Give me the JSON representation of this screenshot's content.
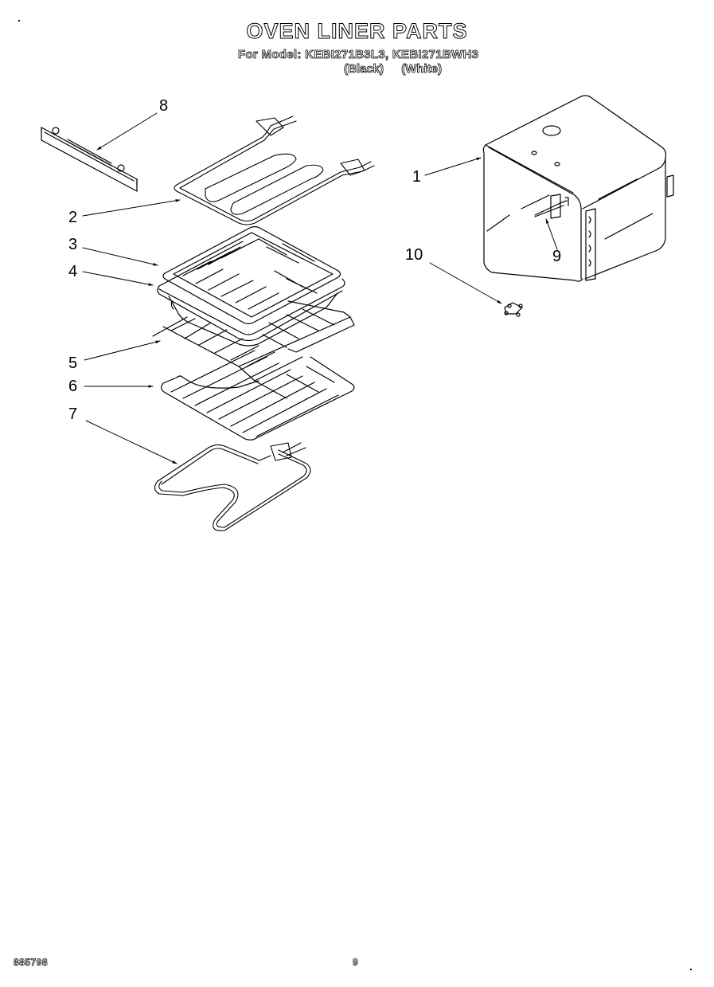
{
  "header": {
    "title": "OVEN LINER PARTS",
    "model_line": "For Model: KEBI271B3L3, KEBI271BWH3",
    "variants": [
      "(Black)",
      "(White)"
    ]
  },
  "parts": [
    {
      "number": "1",
      "depicts": "oven liner cavity"
    },
    {
      "number": "2",
      "depicts": "broil element"
    },
    {
      "number": "3",
      "depicts": "broiler pan grid"
    },
    {
      "number": "4",
      "depicts": "broiler pan"
    },
    {
      "number": "5",
      "depicts": "oven rack (upper)"
    },
    {
      "number": "6",
      "depicts": "oven rack (lower)"
    },
    {
      "number": "7",
      "depicts": "bake element"
    },
    {
      "number": "8",
      "depicts": "bracket"
    },
    {
      "number": "9",
      "depicts": "sensor probe"
    },
    {
      "number": "10",
      "depicts": "clip"
    }
  ],
  "footer": {
    "document_code": "885798",
    "page_number": "9"
  }
}
